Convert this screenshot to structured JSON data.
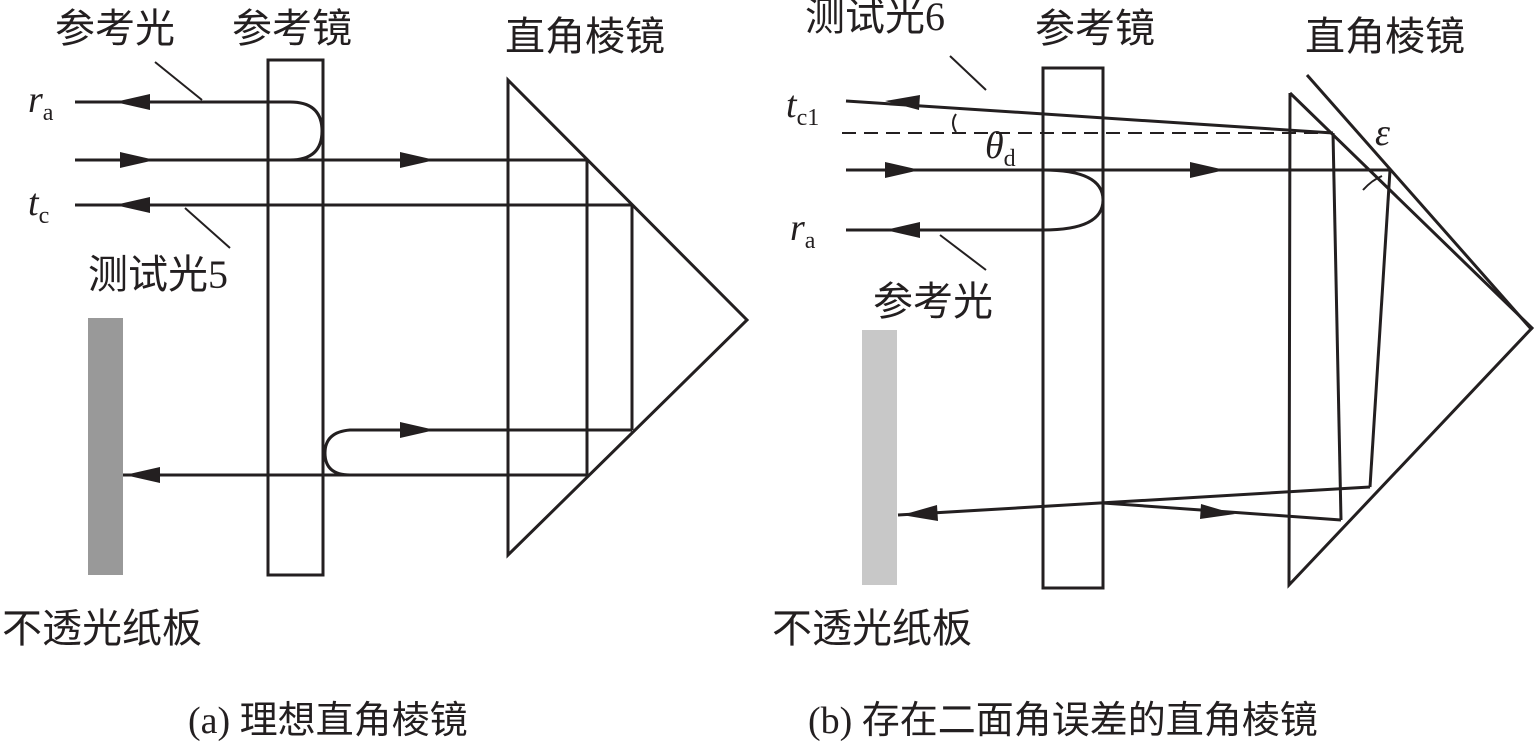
{
  "panel_a": {
    "caption": "(a) 理想直角棱镜",
    "labels": {
      "reference_light": "参考光",
      "reference_mirror": "参考镜",
      "right_angle_prism": "直角棱镜",
      "test_light": "测试光5",
      "opaque_board": "不透光纸板",
      "r_main": "r",
      "r_sub": "a",
      "t_main": "t",
      "t_sub": "c"
    },
    "board_color": "#999999"
  },
  "panel_b": {
    "caption": "(b) 存在二面角误差的直角棱镜",
    "labels": {
      "test_light": "测试光6",
      "reference_mirror": "参考镜",
      "right_angle_prism": "直角棱镜",
      "reference_light": "参考光",
      "opaque_board": "不透光纸板",
      "t_main": "t",
      "t_sub": "c1",
      "theta_main": "θ",
      "theta_sub": "d",
      "epsilon": "ε",
      "r_main": "r",
      "r_sub": "a"
    },
    "board_color": "#c8c8c8"
  }
}
